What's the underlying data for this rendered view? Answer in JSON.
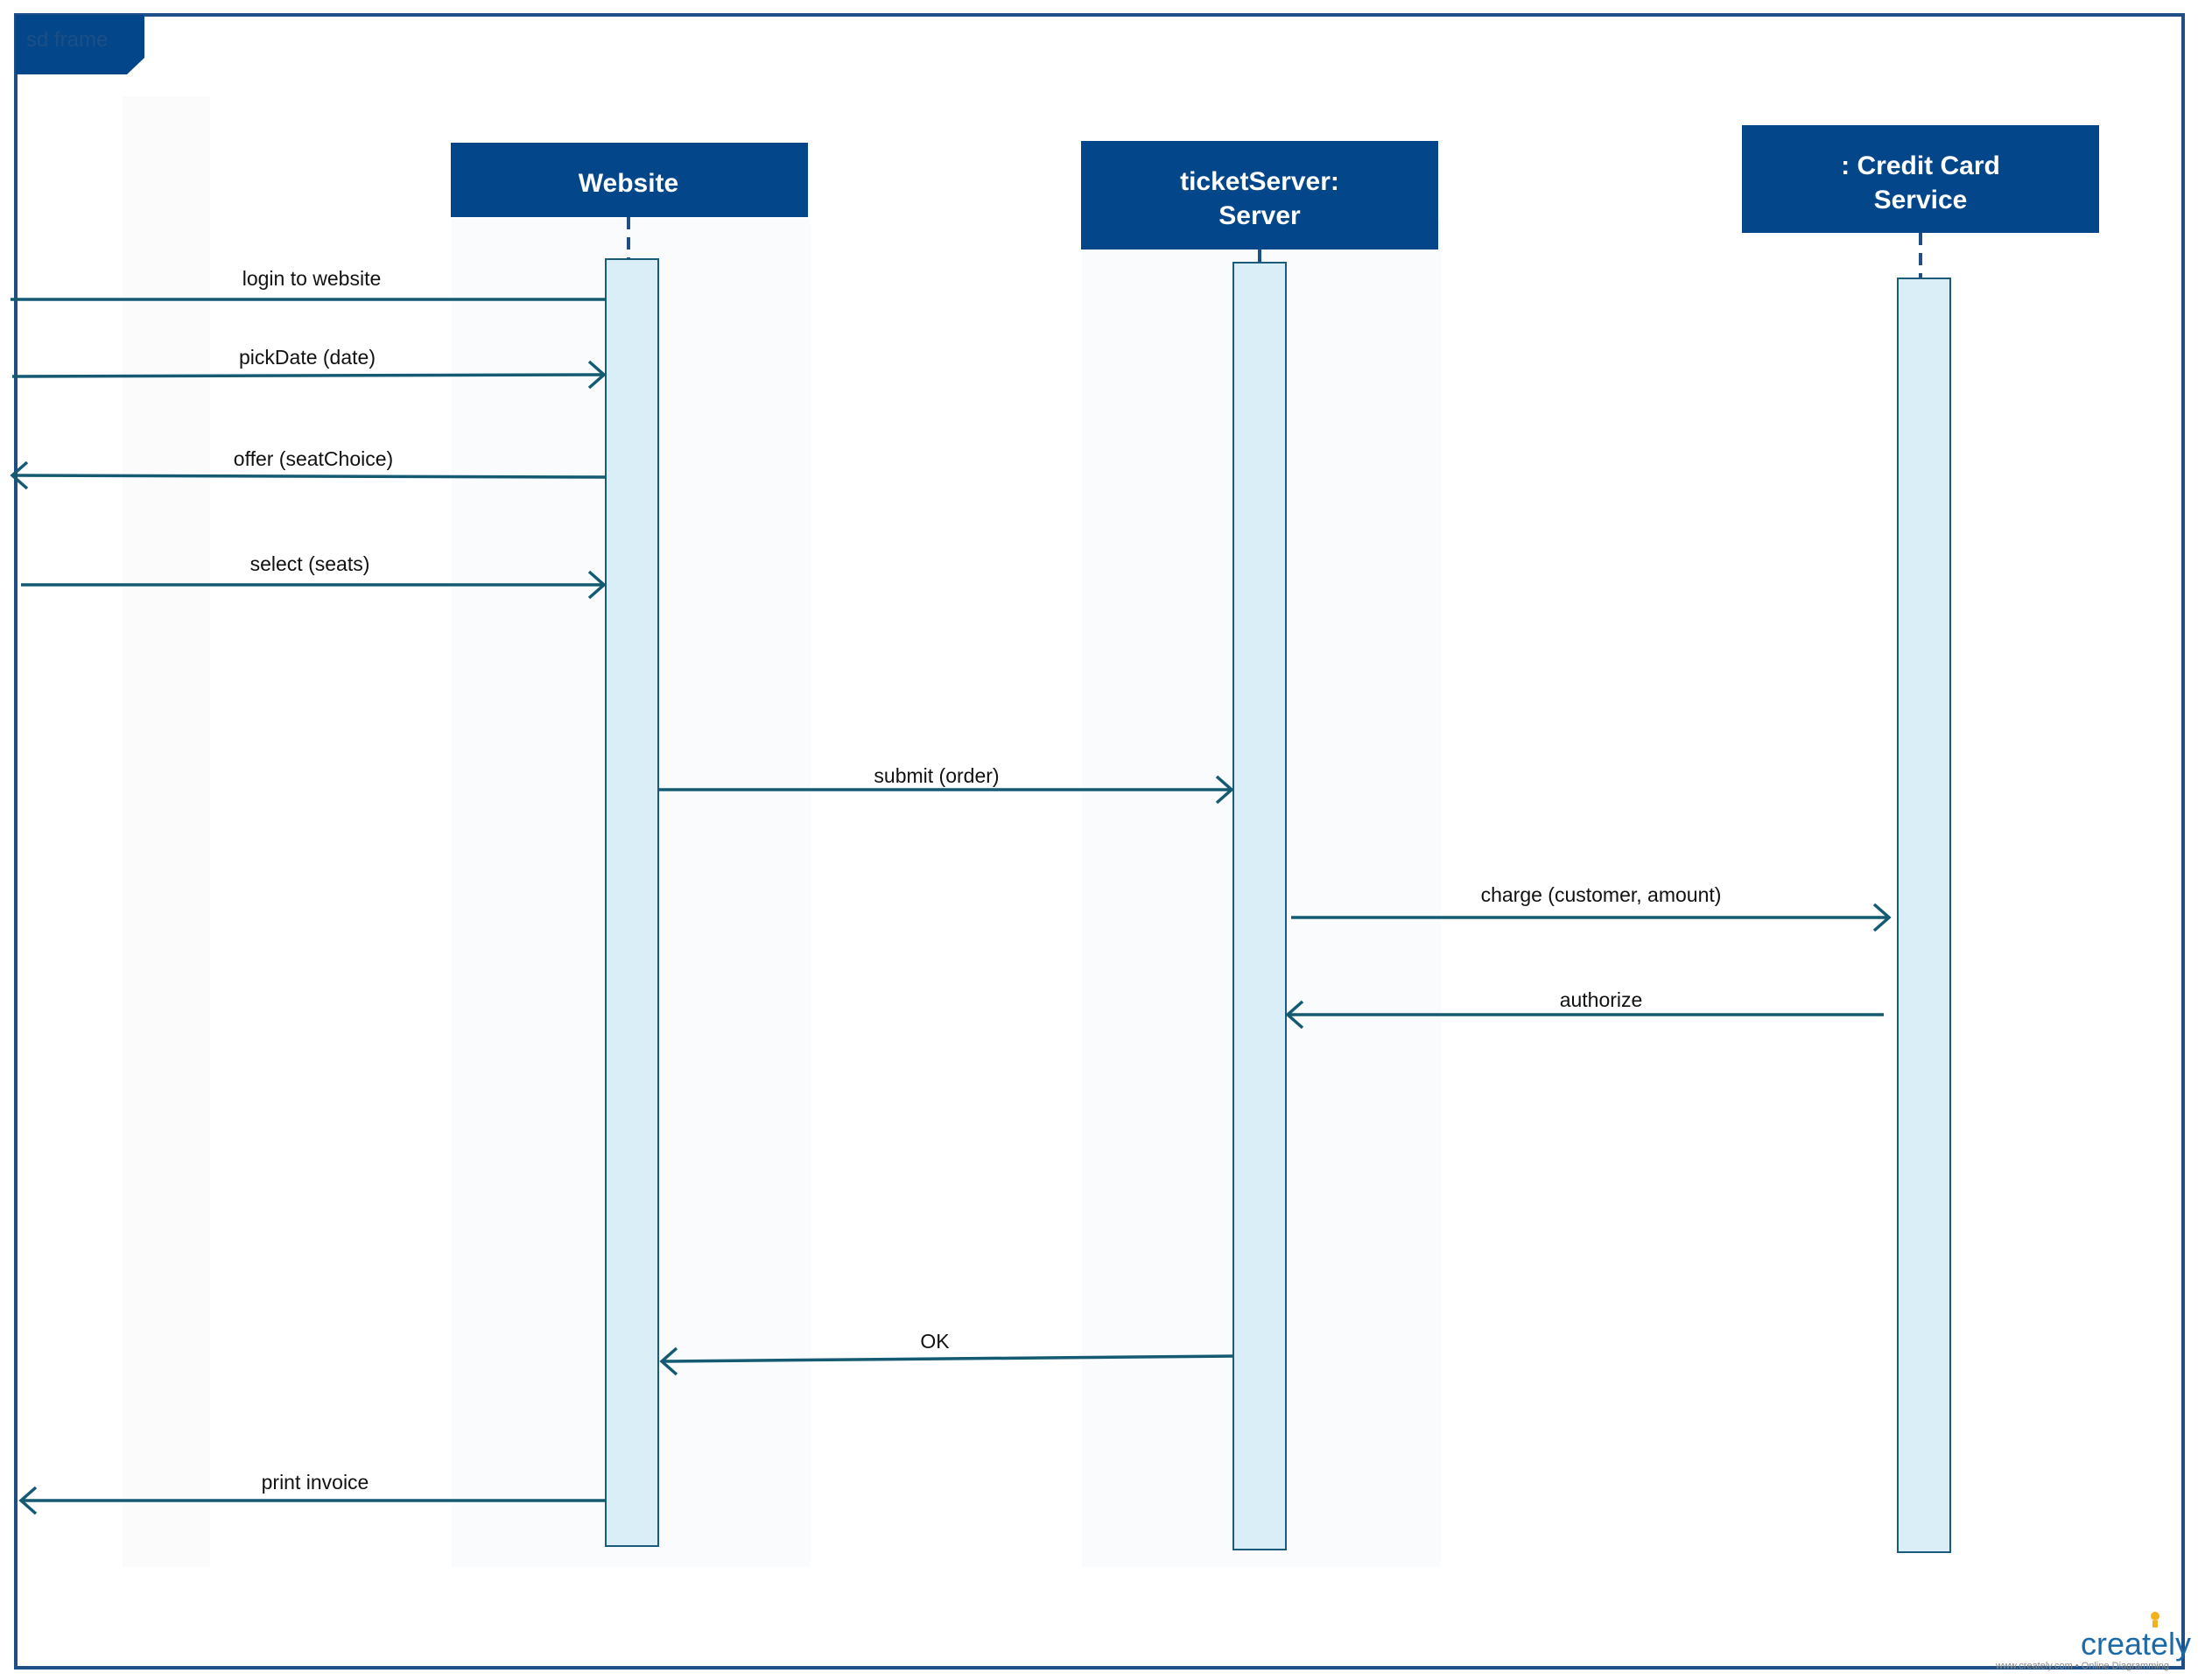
{
  "frame": {
    "label": "sd frame"
  },
  "lifelines": [
    {
      "id": "website",
      "lines": [
        "Website"
      ]
    },
    {
      "id": "ticket-server",
      "lines": [
        "ticketServer:",
        "Server"
      ]
    },
    {
      "id": "credit-card-service",
      "lines": [
        ": Credit Card",
        "Service"
      ]
    }
  ],
  "messages": [
    {
      "label": "login to website",
      "from": "external",
      "to": "website",
      "arrow": "none"
    },
    {
      "label": "pickDate (date)",
      "from": "external",
      "to": "website",
      "arrow": "open"
    },
    {
      "label": "offer (seatChoice)",
      "from": "website",
      "to": "external",
      "arrow": "open"
    },
    {
      "label": "select (seats)",
      "from": "external",
      "to": "website",
      "arrow": "open"
    },
    {
      "label": "submit (order)",
      "from": "website",
      "to": "ticket-server",
      "arrow": "open"
    },
    {
      "label": "charge (customer, amount)",
      "from": "ticket-server",
      "to": "credit-card-service",
      "arrow": "open"
    },
    {
      "label": "authorize",
      "from": "credit-card-service",
      "to": "ticket-server",
      "arrow": "open"
    },
    {
      "label": "OK",
      "from": "ticket-server",
      "to": "website",
      "arrow": "open"
    },
    {
      "label": "print invoice",
      "from": "website",
      "to": "external",
      "arrow": "open"
    }
  ],
  "watermark": {
    "brand": "creately",
    "tagline": "www.creately.com • Online Diagramming"
  },
  "colors": {
    "frame": "#1d4f86",
    "header_fill": "#03468a",
    "activation_fill": "#daeef8",
    "activation_stroke": "#1a5a7a",
    "message_line": "#145a73",
    "lane_shade": "#fafbfc"
  }
}
